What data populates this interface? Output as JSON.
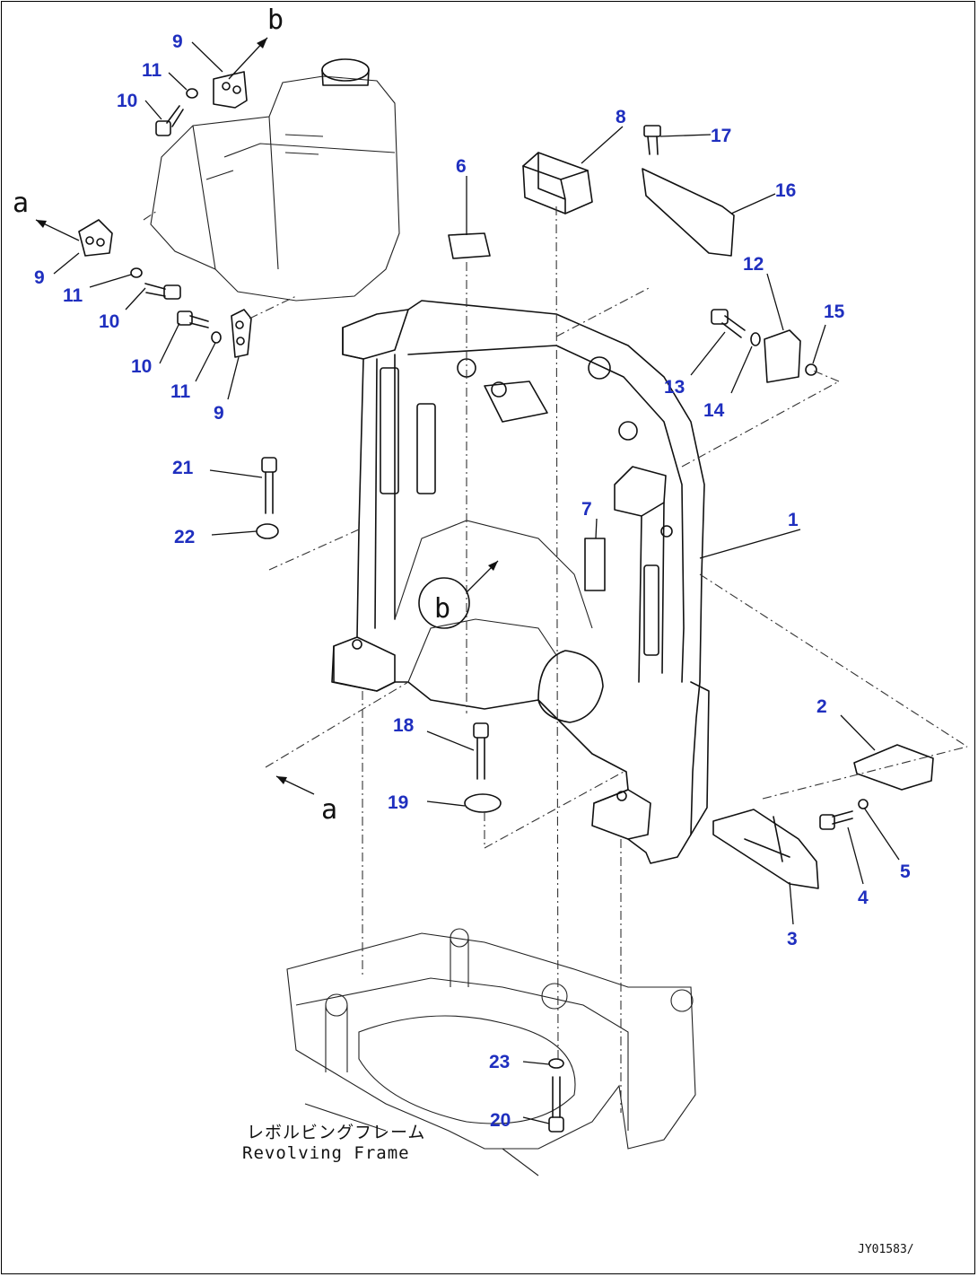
{
  "callouts": {
    "c1": "1",
    "c2": "2",
    "c3": "3",
    "c4": "4",
    "c5": "5",
    "c6": "6",
    "c7": "7",
    "c8": "8",
    "c9a": "9",
    "c9b": "9",
    "c9c": "9",
    "c10a": "10",
    "c10b": "10",
    "c10c": "10",
    "c11a": "11",
    "c11b": "11",
    "c11c": "11",
    "c12": "12",
    "c13": "13",
    "c14": "14",
    "c15": "15",
    "c16": "16",
    "c17": "17",
    "c18": "18",
    "c19": "19",
    "c20": "20",
    "c21": "21",
    "c22": "22",
    "c23": "23"
  },
  "views": {
    "a1": "a",
    "a2": "a",
    "b1": "b",
    "b2": "b"
  },
  "frame_label": {
    "jp": "レボルビングフレーム",
    "en": "Revolving Frame"
  },
  "drawing_code": "JY01583/",
  "colors": {
    "callout": "#1f2fbf",
    "ink": "#111111"
  }
}
